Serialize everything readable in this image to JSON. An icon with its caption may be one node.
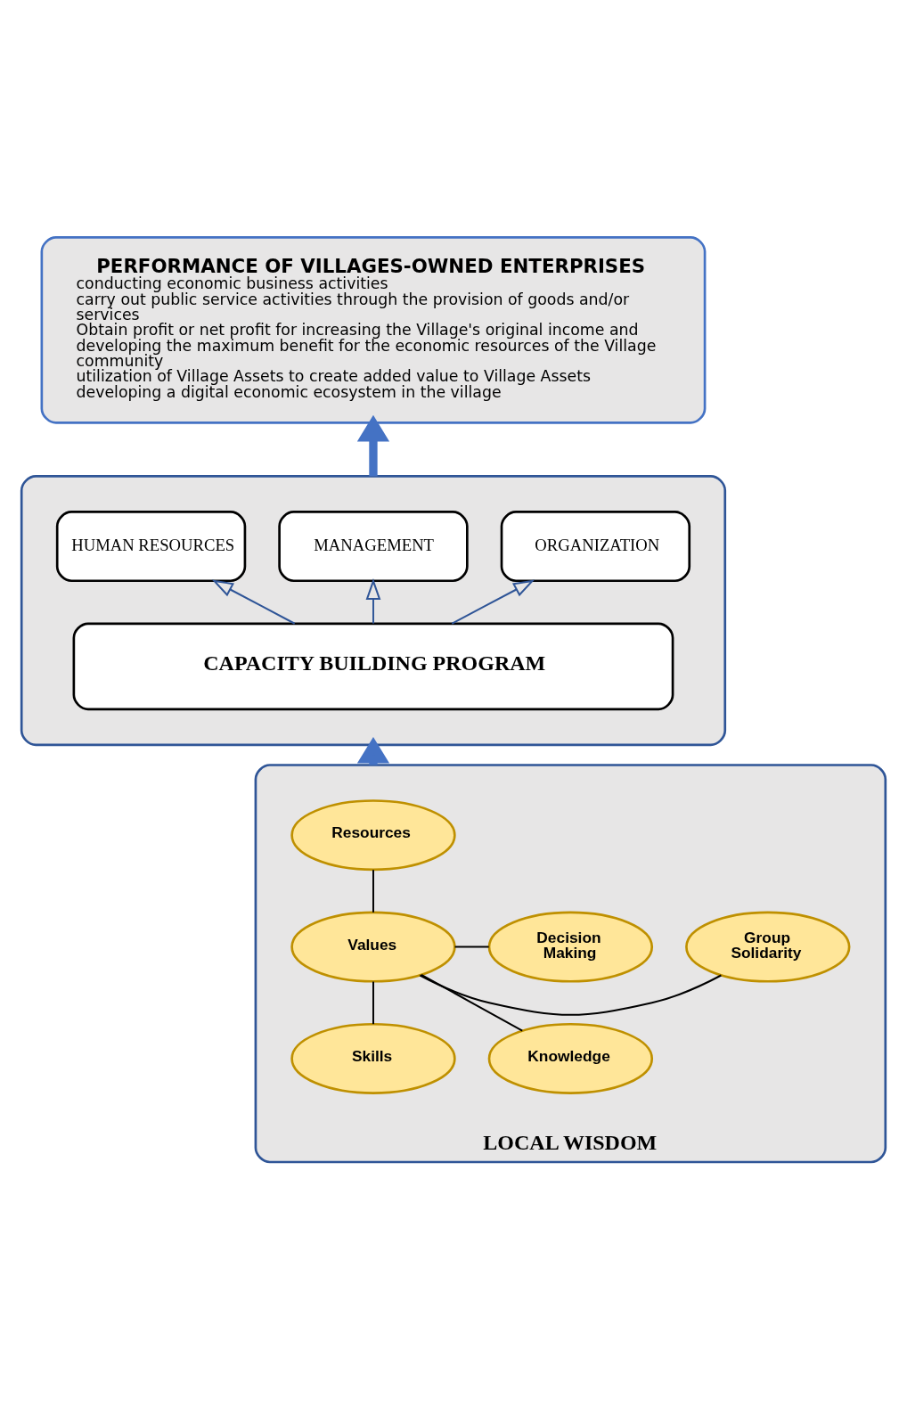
{
  "diagram": {
    "nodes": [
      {
        "text": [
          "PERFORMANCE OF VILLAGES-OWNED ENTERPRISES",
          "conducting economic business activities",
          "carry out public service activities through the provision of goods and/or services",
          "Obtain profit or net profit for increasing the Village's original income and developing the maximum benefit for the economic resources of the Village community",
          "utilization of Village Assets to create added value to Village Assets",
          "developing a digital economic ecosystem in the village"
        ]
      },
      {
        "text": [],
        "shape": "box"
      },
      {
        "text": [
          "HUMAN RESOURCES"
        ],
        "in": 1
      },
      {
        "text": [
          "MANAGEMENT"
        ],
        "in": 1
      },
      {
        "text": [
          "ORGANIZATION"
        ],
        "in": 1
      },
      {
        "text": [
          "CAPACITY BUILDING PROGRAM"
        ],
        "in": 1
      },
      {
        "text": [
          "LOCAL WISDOM"
        ]
      },
      {
        "text": [
          "Resources"
        ],
        "in": 6
      },
      {
        "text": [
          "Group Solidarity"
        ],
        "in": 6
      },
      {
        "text": [
          "Decision Making"
        ],
        "in": 6
      },
      {
        "text": [
          "Values"
        ],
        "in": 6
      },
      {
        "text": [
          "Knowledge"
        ],
        "in": 6
      },
      {
        "text": [
          "Skills"
        ],
        "in": 6
      }
    ],
    "edges": [
      {
        "from": 1,
        "to": 0,
        "arrow": "to",
        "style": "thick",
        "color": "#4472c4"
      },
      {
        "from": 5,
        "to": 2,
        "arrow": "to",
        "color": "#2f5597"
      },
      {
        "from": 5,
        "to": 3,
        "arrow": "to",
        "color": "#2f5597"
      },
      {
        "from": 5,
        "to": 4,
        "arrow": "to",
        "color": "#2f5597"
      },
      {
        "from": 6,
        "to": 1,
        "arrow": "to",
        "style": "thick",
        "color": "#4472c4"
      },
      {
        "from": 10,
        "to": 7,
        "arrow": "none"
      },
      {
        "from": 10,
        "to": 8,
        "arrow": "none"
      },
      {
        "from": 10,
        "to": 9,
        "arrow": "none"
      },
      {
        "from": 10,
        "to": 11,
        "arrow": "none"
      },
      {
        "from": 10,
        "to": 12,
        "arrow": "none"
      }
    ]
  }
}
